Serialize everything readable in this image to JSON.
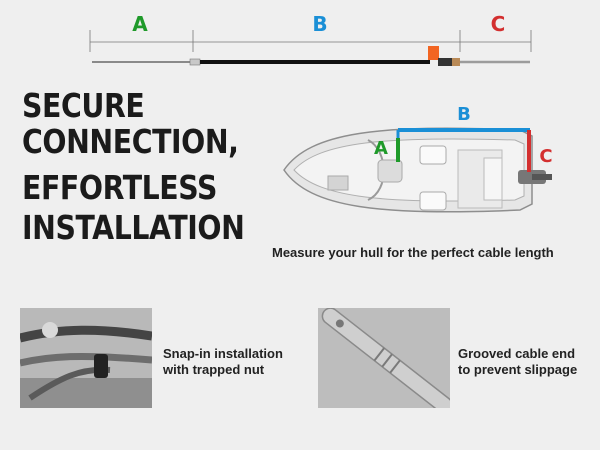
{
  "cable_diagram": {
    "labels": [
      "A",
      "B",
      "C"
    ],
    "colors": {
      "A": "#1f9a2a",
      "B": "#1a8fd6",
      "C": "#d32f2f"
    }
  },
  "headline": {
    "lines": [
      "SECURE",
      "CONNECTION,",
      "EFFORTLESS",
      "INSTALLATION"
    ]
  },
  "boat_diagram": {
    "labels": [
      "A",
      "B",
      "C"
    ]
  },
  "measure_caption": "Measure your hull for the perfect cable length",
  "features": [
    {
      "caption_lines": [
        "Snap-in installation",
        "with trapped nut"
      ]
    },
    {
      "caption_lines": [
        "Grooved cable end",
        "to prevent slippage"
      ]
    }
  ]
}
